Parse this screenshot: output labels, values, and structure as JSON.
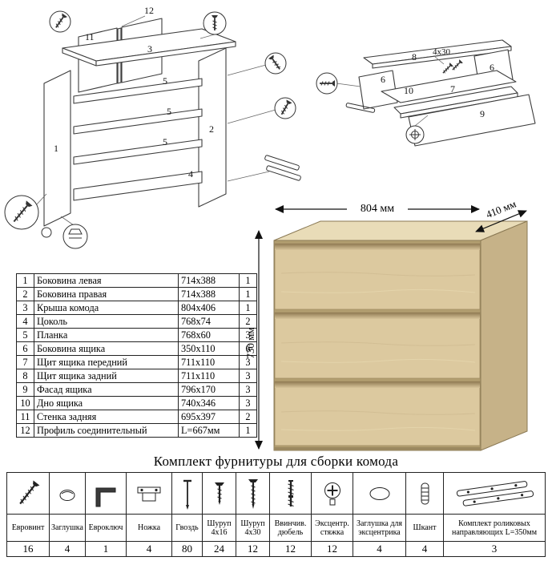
{
  "product": {
    "width_label": "804 мм",
    "depth_label": "410 мм",
    "height_label": "730 мм"
  },
  "parts_table": {
    "rows": [
      {
        "num": "1",
        "name": "Боковина левая",
        "size": "714x388",
        "qty": "1"
      },
      {
        "num": "2",
        "name": "Боковина правая",
        "size": "714x388",
        "qty": "1"
      },
      {
        "num": "3",
        "name": "Крыша комода",
        "size": "804x406",
        "qty": "1"
      },
      {
        "num": "4",
        "name": "Цоколь",
        "size": "768x74",
        "qty": "2"
      },
      {
        "num": "5",
        "name": "Планка",
        "size": "768x60",
        "qty": "3"
      },
      {
        "num": "6",
        "name": "Боковина ящика",
        "size": "350x110",
        "qty": "6"
      },
      {
        "num": "7",
        "name": "Щит ящика передний",
        "size": "711x110",
        "qty": "3"
      },
      {
        "num": "8",
        "name": "Щит ящика задний",
        "size": "711x110",
        "qty": "3"
      },
      {
        "num": "9",
        "name": "Фасад ящика",
        "size": "796x170",
        "qty": "3"
      },
      {
        "num": "10",
        "name": "Дно ящика",
        "size": "740x346",
        "qty": "3"
      },
      {
        "num": "11",
        "name": "Стенка задняя",
        "size": "695x397",
        "qty": "2"
      },
      {
        "num": "12",
        "name": "Профиль соединительный",
        "size": "L=667мм",
        "qty": "1"
      }
    ]
  },
  "hardware": {
    "title": "Комплект фурнитуры для сборки комода",
    "items": [
      {
        "name": "Евровинт",
        "qty": "16",
        "icon": "confirmat-screw-icon"
      },
      {
        "name": "Заглушка",
        "qty": "4",
        "icon": "cap-icon"
      },
      {
        "name": "Евроключ",
        "qty": "1",
        "icon": "hex-key-icon"
      },
      {
        "name": "Ножка",
        "qty": "4",
        "icon": "foot-icon"
      },
      {
        "name": "Гвоздь",
        "qty": "80",
        "icon": "nail-icon"
      },
      {
        "name": "Шуруп 4x16",
        "qty": "24",
        "icon": "screw-4x16-icon"
      },
      {
        "name": "Шуруп 4x30",
        "qty": "12",
        "icon": "screw-4x30-icon"
      },
      {
        "name": "Ввинчив. дюбель",
        "qty": "12",
        "icon": "dowel-screw-icon"
      },
      {
        "name": "Эксцентр. стяжка",
        "qty": "12",
        "icon": "cam-lock-icon"
      },
      {
        "name": "Заглушка для эксцентрика",
        "qty": "4",
        "icon": "cam-cap-icon"
      },
      {
        "name": "Шкант",
        "qty": "4",
        "icon": "wood-dowel-icon"
      },
      {
        "name": "Комплект роликовых направляющих L=350мм",
        "qty": "3",
        "icon": "drawer-slides-icon"
      }
    ]
  },
  "diagram_left": {
    "labels": {
      "l12": "12",
      "l11": "11",
      "l3": "3",
      "l5a": "5",
      "l5b": "5",
      "l5c": "5",
      "l1": "1",
      "l2": "2",
      "l4": "4"
    }
  },
  "diagram_right": {
    "labels": {
      "l8": "8",
      "l4x30": "4x30",
      "l6a": "6",
      "l6b": "6",
      "l10": "10",
      "l7": "7",
      "l9": "9"
    }
  }
}
